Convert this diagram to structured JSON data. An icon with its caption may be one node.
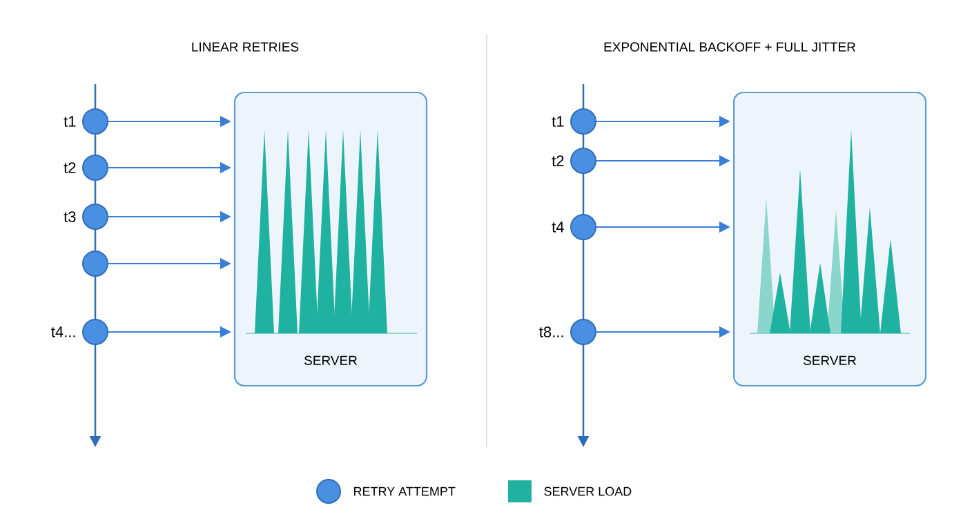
{
  "diagram": {
    "nodes": [
      {
        "text": [],
        "shape": "circle",
        "beside": [
          "t1"
        ]
      },
      {
        "text": [],
        "shape": "circle",
        "beside": [
          "t2"
        ]
      },
      {
        "text": [],
        "shape": "circle",
        "beside": [
          "t3"
        ]
      },
      {
        "text": [],
        "shape": "circle"
      },
      {
        "text": [],
        "shape": "circle",
        "beside": [
          "t4..."
        ]
      },
      {
        "text": [
          "SERVER"
        ]
      },
      {
        "text": [],
        "shape": "circle",
        "beside": [
          "t1"
        ]
      },
      {
        "text": [],
        "shape": "circle",
        "beside": [
          "t2"
        ]
      },
      {
        "text": [],
        "shape": "circle",
        "beside": [
          "t4"
        ]
      },
      {
        "text": [],
        "shape": "circle",
        "beside": [
          "t8..."
        ]
      },
      {
        "text": [
          "SERVER"
        ]
      }
    ],
    "edges": [
      {
        "from": 0,
        "to": 5,
        "arrow": "to"
      },
      {
        "from": 1,
        "to": 5,
        "arrow": "to"
      },
      {
        "from": 2,
        "to": 5,
        "arrow": "to"
      },
      {
        "from": 3,
        "to": 5,
        "arrow": "to"
      },
      {
        "from": 4,
        "to": 5,
        "arrow": "to"
      },
      {
        "from": 6,
        "to": 10,
        "arrow": "to"
      },
      {
        "from": 7,
        "to": 10,
        "arrow": "to"
      },
      {
        "from": 8,
        "to": 10,
        "arrow": "to"
      },
      {
        "from": 9,
        "to": 10,
        "arrow": "to"
      }
    ],
    "labels": [
      "LINEAR RETRIES",
      "EXPONENTIAL BACKOFF + FULL JITTER"
    ],
    "legend": [
      {
        "text": "RETRY ATTEMPT",
        "color": "#4a90e2"
      },
      {
        "text": "SERVER LOAD",
        "color": "#20b2a0"
      }
    ]
  }
}
